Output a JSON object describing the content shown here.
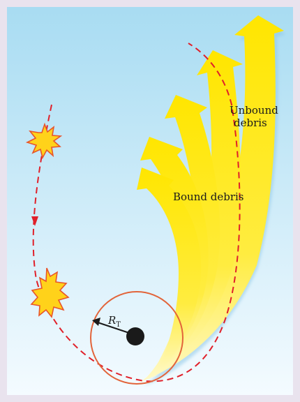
{
  "labels": {
    "unbound_line1": "Unbound",
    "unbound_line2": "debris",
    "bound": "Bound debris",
    "radius_symbol": "R",
    "radius_subscript": "T"
  },
  "colors": {
    "sky_top": "#a8dcf2",
    "sky_bottom": "#f4fbff",
    "debris_yellow": "#ffe800",
    "debris_pale": "#fff7b8",
    "orbit_dashed": "#e0202a",
    "tidal_circle": "#e2643a",
    "black_hole": "#1a1a1a",
    "burst_fill": "#ffd21a",
    "burst_edge": "#e8542a"
  },
  "icons": {
    "black_hole": "filled-circle",
    "star_before": "starburst",
    "star_disrupted": "starburst-stretched",
    "orbit_direction": "arrowhead-down"
  }
}
